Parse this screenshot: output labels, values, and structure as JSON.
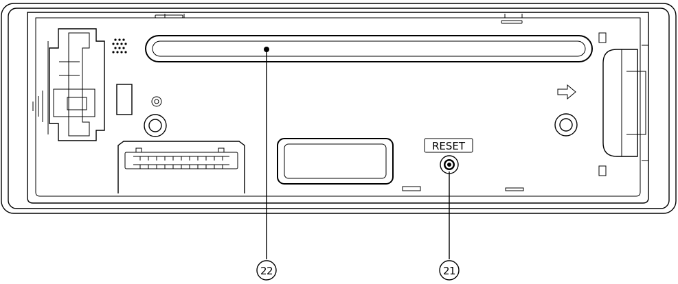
{
  "device": {
    "reset_label": "RESET",
    "arrow_icon": "right-arrow-icon"
  },
  "callouts": [
    {
      "number": "22",
      "target": "disc-slot"
    },
    {
      "number": "21",
      "target": "reset-button"
    }
  ],
  "colors": {
    "line": "#000000",
    "background": "#ffffff"
  }
}
